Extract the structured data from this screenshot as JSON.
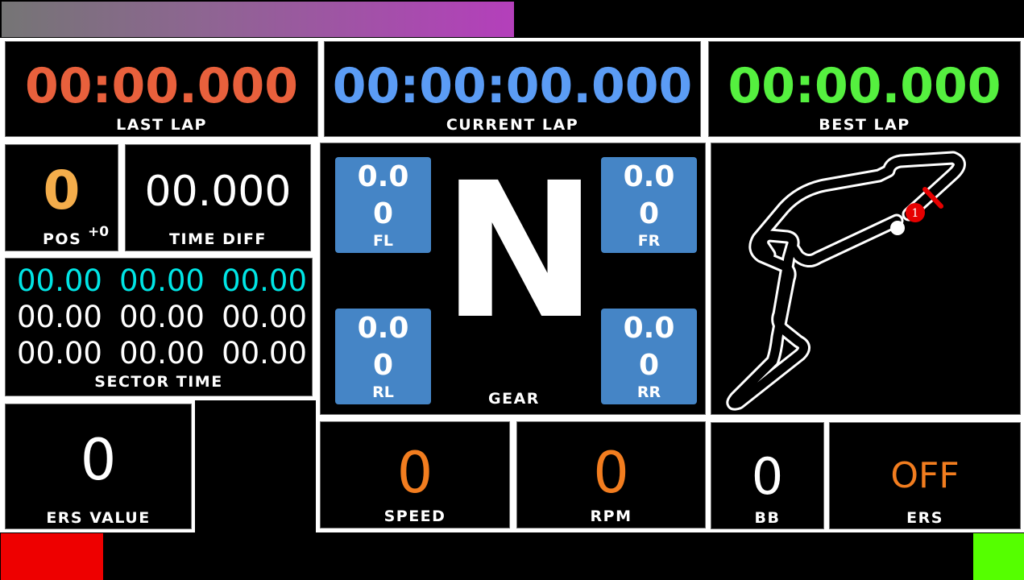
{
  "progress_bar": {
    "fill_percent": 50,
    "gradient_start": "#757575",
    "gradient_end": "#b43fbb"
  },
  "last_lap": {
    "value": "00:00.000",
    "label": "LAST LAP",
    "color": "#e8603c"
  },
  "current_lap": {
    "value": "00:00:00.000",
    "label": "CURRENT LAP",
    "color": "#5b9cf5"
  },
  "best_lap": {
    "value": "00:00.000",
    "label": "BEST LAP",
    "color": "#55f03f"
  },
  "position": {
    "value": "0",
    "label": "POS",
    "delta": "+0",
    "color": "#f4ad4b"
  },
  "time_diff": {
    "value": "00.000",
    "label": "TIME DIFF"
  },
  "sector_time": {
    "label": "SECTOR TIME",
    "rows": [
      {
        "color": "#00e5e5",
        "values": [
          "00.00",
          "00.00",
          "00.00"
        ]
      },
      {
        "color": "#ffffff",
        "values": [
          "00.00",
          "00.00",
          "00.00"
        ]
      },
      {
        "color": "#ffffff",
        "values": [
          "00.00",
          "00.00",
          "00.00"
        ]
      }
    ]
  },
  "gear": {
    "value": "N",
    "label": "GEAR",
    "tires": {
      "fl": {
        "temp": "0.0",
        "wear": "0",
        "label": "FL"
      },
      "fr": {
        "temp": "0.0",
        "wear": "0",
        "label": "FR"
      },
      "rl": {
        "temp": "0.0",
        "wear": "0",
        "label": "RL"
      },
      "rr": {
        "temp": "0.0",
        "wear": "0",
        "label": "RR"
      }
    },
    "tire_color": "#4585c6"
  },
  "track_map": {
    "car_marker": "1",
    "marker_color": "#e60000"
  },
  "ers_value": {
    "value": "0",
    "label": "ERS VALUE"
  },
  "speed": {
    "value": "0",
    "label": "SPEED",
    "color": "#f27d1f"
  },
  "rpm": {
    "value": "0",
    "label": "RPM",
    "color": "#f27d1f"
  },
  "brake_bias": {
    "value": "0",
    "label": "BB"
  },
  "ers_mode": {
    "value": "OFF",
    "label": "ERS",
    "color": "#f27d1f"
  },
  "bottom_bar": {
    "left_indicator_color": "#ee0000",
    "right_indicator_color": "#55ff00"
  }
}
